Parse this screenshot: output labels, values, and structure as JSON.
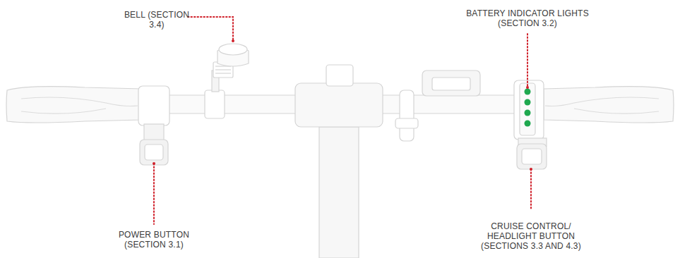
{
  "diagram": {
    "labels": [
      "BELL (SECTION 3.4)",
      "BATTERY INDICATOR LIGHTS (SECTION 3.2)",
      "POWER BUTTON (SECTION 3.1)",
      "CRUISE CONTROL/ HEADLIGHT BUTTON (SECTIONS 3.3 AND 4.3)"
    ]
  }
}
